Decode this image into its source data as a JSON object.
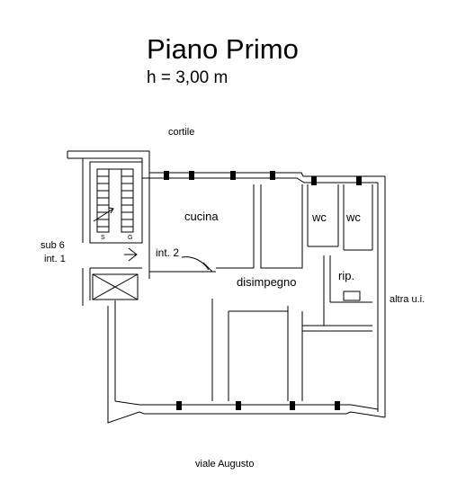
{
  "title": "Piano Primo",
  "height_label": "h = 3,00 m",
  "context": {
    "north": "cortile",
    "south": "viale Augusto",
    "west": [
      "sub 6",
      "int. 1"
    ],
    "east": "altra u.i."
  },
  "unit_label": "int. 2",
  "rooms": {
    "kitchen": "cucina",
    "wc_1": "wc",
    "wc_2": "wc",
    "hallway": "disimpegno",
    "storage": "rip."
  },
  "stair_marks": [
    "S",
    "G"
  ]
}
